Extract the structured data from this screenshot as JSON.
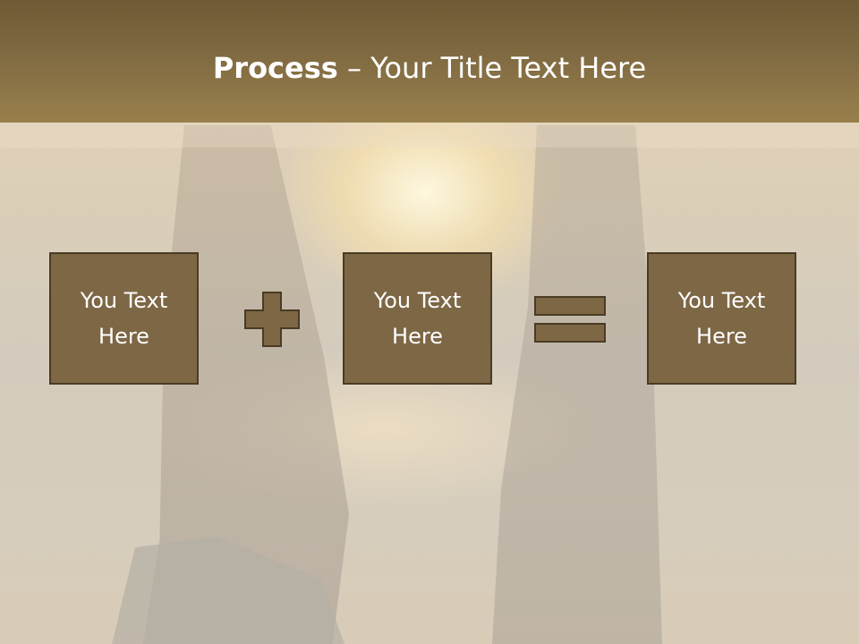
{
  "slide": {
    "title_bold": "Process",
    "title_rest": " – Your Title Text Here",
    "boxes": [
      {
        "label": "You Text\nHere"
      },
      {
        "label": "You Text\nHere"
      },
      {
        "label": "You Text\nHere"
      }
    ],
    "operators": [
      "plus-icon",
      "equals-icon"
    ]
  },
  "colors": {
    "header": "#7e6840",
    "box_fill": "#7d6745",
    "box_border": "#4a3b23",
    "text": "#ffffff"
  }
}
